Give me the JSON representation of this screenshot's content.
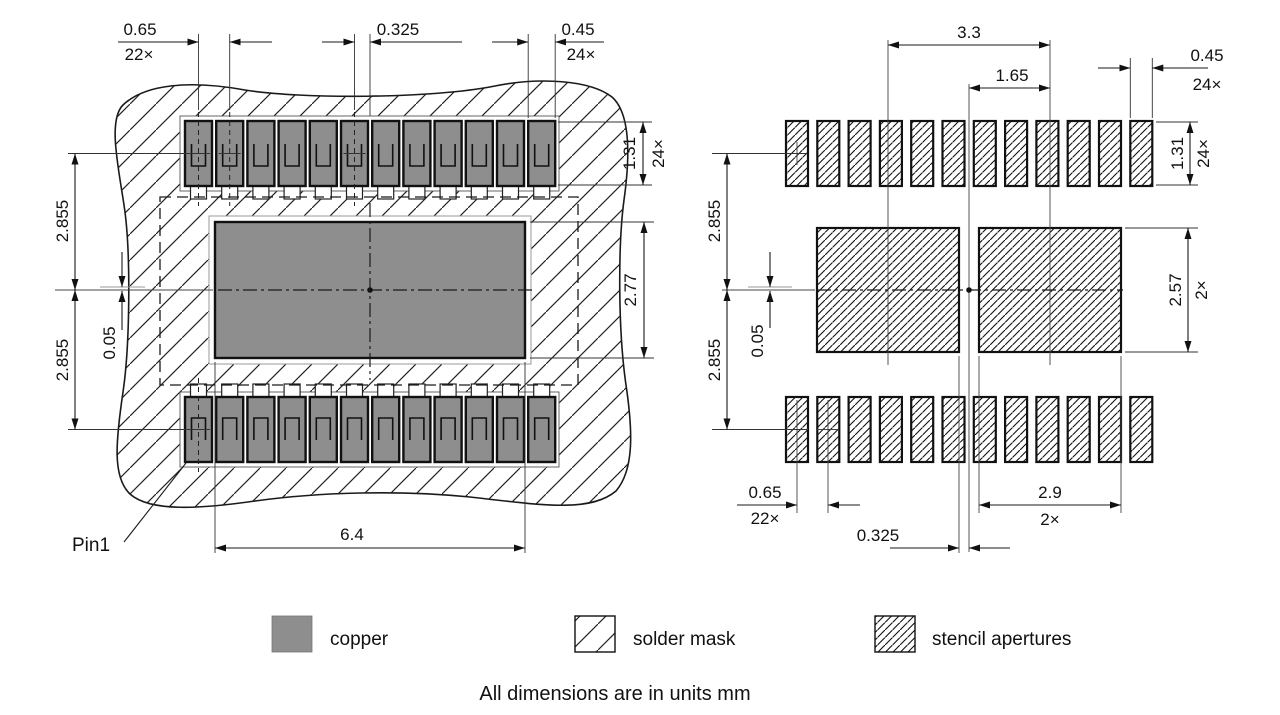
{
  "left": {
    "view_role": "copper and solder mask footprint view",
    "pitch": "0.65",
    "pitch_count": "22×",
    "half_pitch": "0.325",
    "pad_width": "0.45",
    "pad_width_count": "24×",
    "pad_height": "1.31",
    "pad_height_count": "24×",
    "row_offset_top": "2.855",
    "row_offset_bottom": "2.855",
    "mask_offset": "0.05",
    "thermal_height": "2.77",
    "thermal_width": "6.4",
    "pin1": "Pin1"
  },
  "right": {
    "view_role": "stencil apertures view",
    "aperture_span": "3.3",
    "aperture_offset": "1.65",
    "aperture_width": "0.45",
    "aperture_width_count": "24×",
    "aperture_height": "1.31",
    "aperture_height_count": "24×",
    "row_offset_top": "2.855",
    "row_offset_bottom": "2.855",
    "paste_offset": "0.05",
    "thermal_aperture_height": "2.57",
    "thermal_aperture_height_count": "2×",
    "pitch": "0.65",
    "pitch_count": "22×",
    "thermal_aperture_width": "2.9",
    "thermal_aperture_width_count": "2×",
    "center_gap": "0.325"
  },
  "legend": {
    "copper": "copper",
    "solder_mask": "solder mask",
    "stencil": "stencil apertures"
  },
  "footer": "All dimensions are in units mm",
  "structure": {
    "pads_per_row": 12,
    "rows_per_view": 2,
    "thermal_apertures": 2
  },
  "colors": {
    "copper_fill": "#8e8e8e",
    "line": "#1a1a1a"
  }
}
